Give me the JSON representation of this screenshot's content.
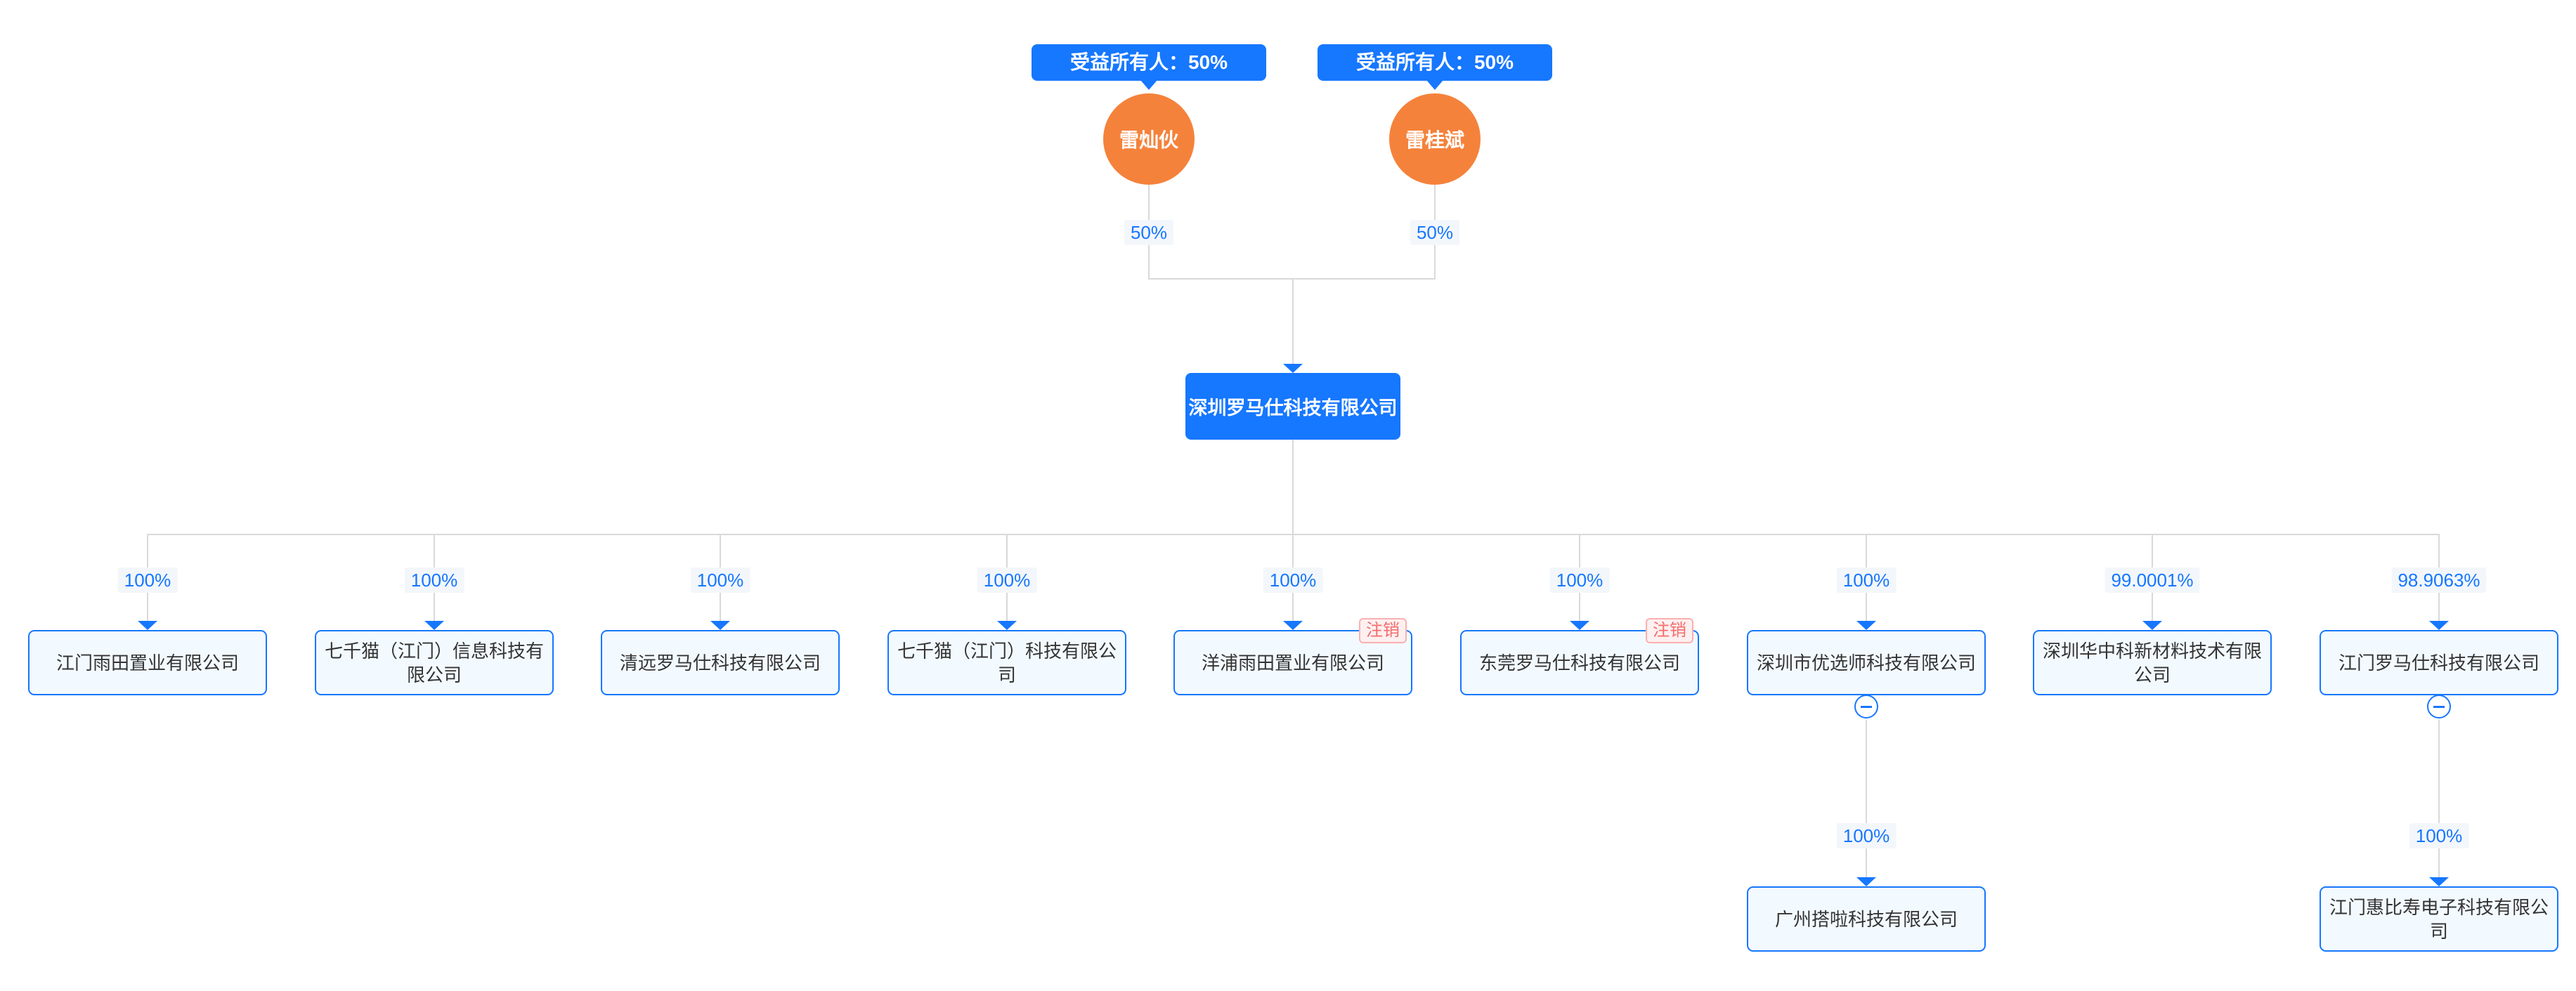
{
  "colors": {
    "accent": "#1677ff",
    "owner_circle": "#f5823b",
    "status_red": "#f56c6c",
    "connector_gray": "#d9d9d9"
  },
  "owners": [
    {
      "badge": "受益所有人：50%",
      "name": "雷灿伙",
      "share": "50%"
    },
    {
      "badge": "受益所有人：50%",
      "name": "雷桂斌",
      "share": "50%"
    }
  ],
  "root": {
    "name": "深圳罗马仕科技有限公司"
  },
  "subs": [
    {
      "name": "江门雨田置业有限公司",
      "share": "100%"
    },
    {
      "name": "七千猫（江门）信息科技有限公司",
      "share": "100%"
    },
    {
      "name": "清远罗马仕科技有限公司",
      "share": "100%"
    },
    {
      "name": "七千猫（江门）科技有限公司",
      "share": "100%"
    },
    {
      "name": "洋浦雨田置业有限公司",
      "share": "100%",
      "status": "注销"
    },
    {
      "name": "东莞罗马仕科技有限公司",
      "share": "100%",
      "status": "注销"
    },
    {
      "name": "深圳市优选师科技有限公司",
      "share": "100%",
      "children": [
        {
          "name": "广州搭啦科技有限公司",
          "share": "100%"
        }
      ]
    },
    {
      "name": "深圳华中科新材料技术有限公司",
      "share": "99.0001%"
    },
    {
      "name": "江门罗马仕科技有限公司",
      "share": "98.9063%",
      "children": [
        {
          "name": "江门惠比寿电子科技有限公司",
          "share": "100%"
        }
      ]
    }
  ]
}
